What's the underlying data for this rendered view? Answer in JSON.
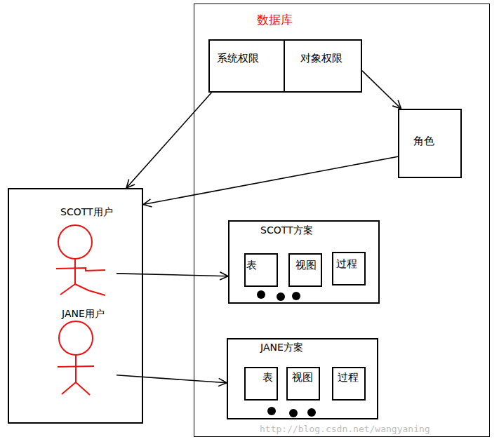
{
  "diagram": {
    "nodes": [
      {
        "text": [
          "数据库"
        ]
      },
      {
        "text": [
          "系统权限"
        ],
        "in": 0
      },
      {
        "text": [
          "对象权限"
        ],
        "in": 0
      },
      {
        "text": [
          "角色"
        ],
        "in": 0
      },
      {
        "text": []
      },
      {
        "text": [
          "SCOTT用户"
        ],
        "in": 4
      },
      {
        "text": [
          "JANE用户"
        ],
        "in": 4
      },
      {
        "text": [
          "SCOTT方案"
        ],
        "in": 0
      },
      {
        "text": [
          "表"
        ],
        "in": 7
      },
      {
        "text": [
          "视图"
        ],
        "in": 7
      },
      {
        "text": [
          "过程"
        ],
        "in": 7
      },
      {
        "text": [
          "JANE方案"
        ],
        "in": 0
      },
      {
        "text": [
          "表"
        ],
        "in": 11
      },
      {
        "text": [
          "视图"
        ],
        "in": 11
      },
      {
        "text": [
          "过程"
        ],
        "in": 11
      }
    ],
    "edges": [
      {
        "from": 1,
        "to": 4,
        "arrow": "to"
      },
      {
        "from": 2,
        "to": 3,
        "arrow": "to"
      },
      {
        "from": 3,
        "to": 4,
        "arrow": "to"
      },
      {
        "from": 5,
        "to": 7,
        "arrow": "to"
      },
      {
        "from": 6,
        "to": 11,
        "arrow": "to"
      }
    ],
    "labels": [
      "http://blog.csdn.net/wangyaning"
    ]
  }
}
